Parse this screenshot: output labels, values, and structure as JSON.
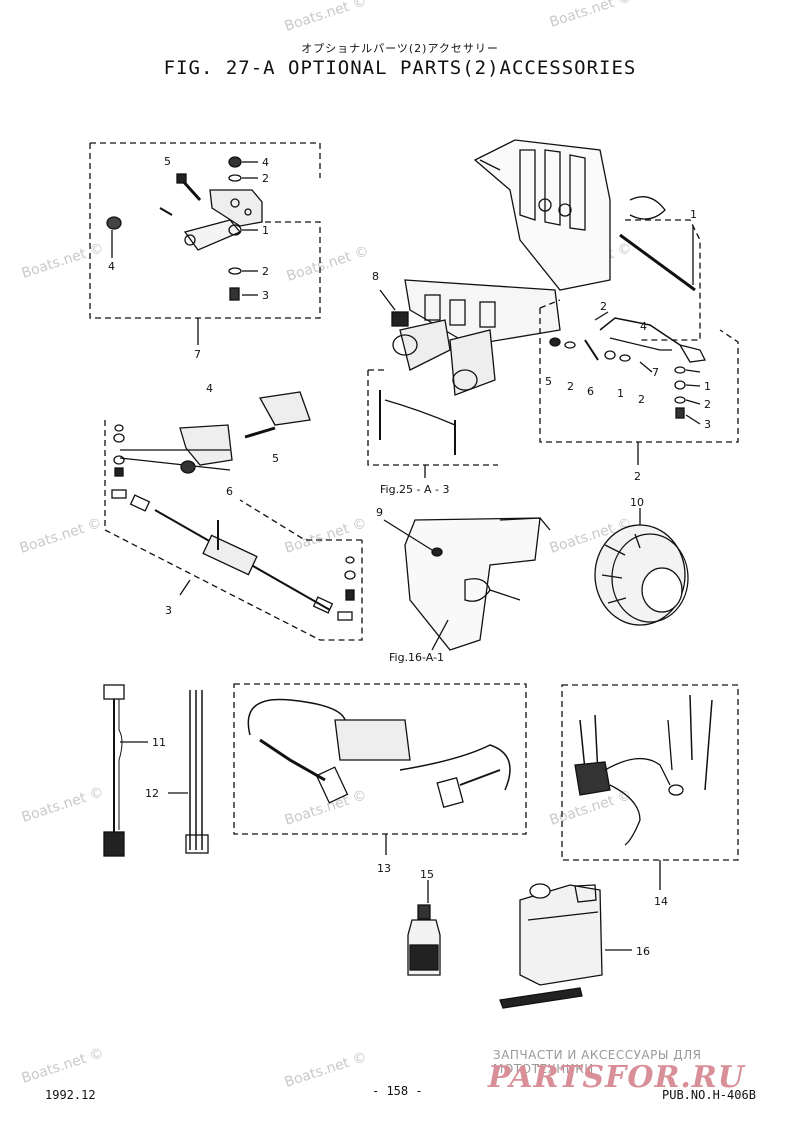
{
  "header": {
    "title_jp": "オプショナルパーツ(2)アクセサリー",
    "title_en": "FIG. 27-A OPTIONAL PARTS(2)ACCESSORIES"
  },
  "watermark": "Boats.net ©",
  "groups": [
    {
      "id": "7",
      "label": "7"
    },
    {
      "id": "2",
      "label": "2"
    },
    {
      "id": "3",
      "label": "3"
    },
    {
      "id": "13",
      "label": "13"
    },
    {
      "id": "14",
      "label": "14"
    }
  ],
  "callouts": [
    "1",
    "2",
    "3",
    "4",
    "5",
    "6",
    "7",
    "8",
    "9",
    "10",
    "11",
    "12",
    "13",
    "14",
    "15",
    "16"
  ],
  "references": {
    "fig25": "Fig.25 - A - 3",
    "fig16": "Fig.16-A-1"
  },
  "footer": {
    "date": "1992.12",
    "page": "- 158 -",
    "pub": "PUB.NO.H-406B",
    "banner": "ЗАПЧАСТИ И АКСЕССУАРЫ ДЛЯ МОТОТЕХНИКИ",
    "logo": "PARTSFOR.RU"
  }
}
